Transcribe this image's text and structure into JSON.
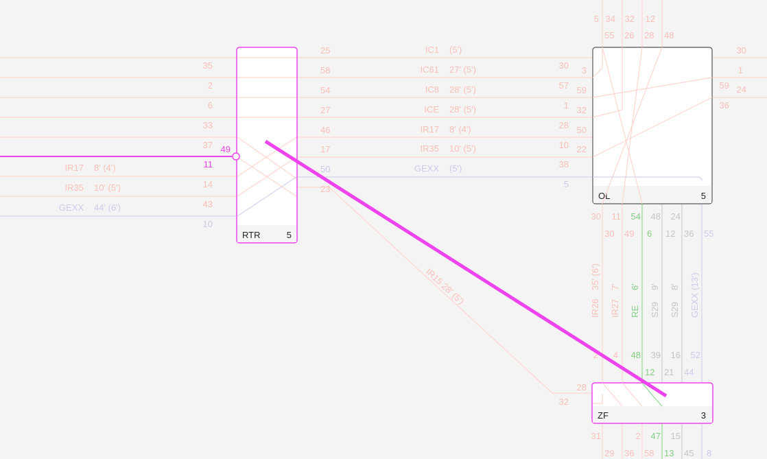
{
  "colors": {
    "background": "#f4f4f4",
    "track_light": "#ffd6cf",
    "track_text": "#f8c0b6",
    "highlight": "#ee44ee",
    "green": "#8fd98f",
    "green_text": "#84cf84",
    "gray": "#d0d0d0",
    "gray_text": "#c4c4c4",
    "lavender": "#d7d3ec",
    "lavender_text": "#cfc9ea",
    "node_border": "#555555"
  },
  "nodes": {
    "rtr": {
      "name": "RTR",
      "count": "5"
    },
    "ol": {
      "name": "OL",
      "count": "5"
    },
    "zf": {
      "name": "ZF",
      "count": "3"
    }
  },
  "rtr_left_numbers": [
    "35",
    "2",
    "6",
    "33",
    "37",
    "11",
    "14",
    "43",
    "10"
  ],
  "rtr_right_numbers": [
    "25",
    "58",
    "54",
    "27",
    "46",
    "17",
    "50",
    "23"
  ],
  "rtr_highlight_number": "49",
  "left_routes": [
    {
      "name": "IR17",
      "time": "8' (4')"
    },
    {
      "name": "IR35",
      "time": "10' (5')"
    },
    {
      "name": "GEXX",
      "time": "44' (6')"
    }
  ],
  "middle_routes": [
    {
      "name": "IC1",
      "time": "(5')"
    },
    {
      "name": "IC61",
      "time": "27' (5')"
    },
    {
      "name": "IC8",
      "time": "28' (5')"
    },
    {
      "name": "ICE",
      "time": "28' (5')"
    },
    {
      "name": "IR17",
      "time": "8' (4')"
    },
    {
      "name": "IR35",
      "time": "10' (5')"
    },
    {
      "name": "GEXX",
      "time": "(5')"
    }
  ],
  "ol_left_numbers": [
    "30",
    "57",
    "1",
    "28",
    "10",
    "38",
    "5"
  ],
  "ol_inner_numbers": [
    "3",
    "59",
    "32",
    "50",
    "22"
  ],
  "ol_top_row1": [
    "5",
    "34",
    "32",
    "12"
  ],
  "ol_top_row2": [
    "55",
    "26",
    "28",
    "48"
  ],
  "ol_right_numbers": [
    "30",
    "1",
    "59",
    "24",
    "36"
  ],
  "ol_bottom_row1": [
    "30",
    "11",
    "54",
    "48",
    "24"
  ],
  "ol_bottom_row2": [
    "30",
    "49",
    "6",
    "12",
    "36",
    "55"
  ],
  "vertical_routes": [
    {
      "name": "IR26",
      "time": "35' (6')"
    },
    {
      "name": "IR27",
      "time": "7'"
    },
    {
      "name": "RE",
      "time": "6'"
    },
    {
      "name": "S29",
      "time": "9'"
    },
    {
      "name": "S29",
      "time": "8'"
    },
    {
      "name": "GEXX",
      "time": "(13')"
    }
  ],
  "diag_route": {
    "name": "IR15",
    "time": "28' (5')"
  },
  "zf_top_row1": [
    "2",
    "4",
    "48",
    "39",
    "16",
    "52"
  ],
  "zf_top_row2": [
    "12",
    "21",
    "44"
  ],
  "zf_left_numbers": [
    "28",
    "32"
  ],
  "zf_bottom_row1": [
    "31",
    "2",
    "47",
    "15"
  ],
  "zf_bottom_row2": [
    "29",
    "36",
    "58",
    "13",
    "45",
    "8"
  ]
}
